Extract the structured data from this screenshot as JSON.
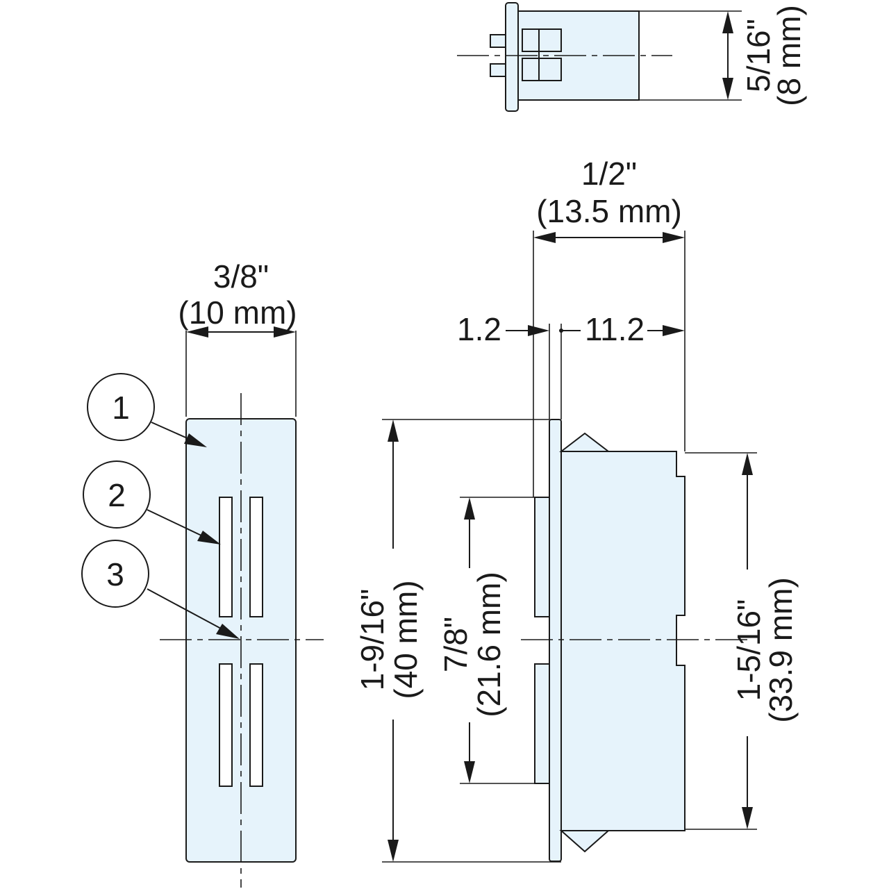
{
  "dimensions": {
    "top_height_imperial": "5/16\"",
    "top_height_metric": "(8 mm)",
    "overall_depth_imperial": "1/2\"",
    "overall_depth_metric": "(13.5 mm)",
    "flange_thickness": "1.2",
    "body_depth": "11.2",
    "front_width_imperial": "3/8\"",
    "front_width_metric": "(10 mm)",
    "overall_height_imperial": "1-9/16\"",
    "overall_height_metric": "(40 mm)",
    "magnet_span_imperial": "7/8\"",
    "magnet_span_metric": "(21.6 mm)",
    "body_height_imperial": "1-5/16\"",
    "body_height_metric": "(33.9 mm)"
  },
  "callouts": [
    "1",
    "2",
    "3"
  ]
}
